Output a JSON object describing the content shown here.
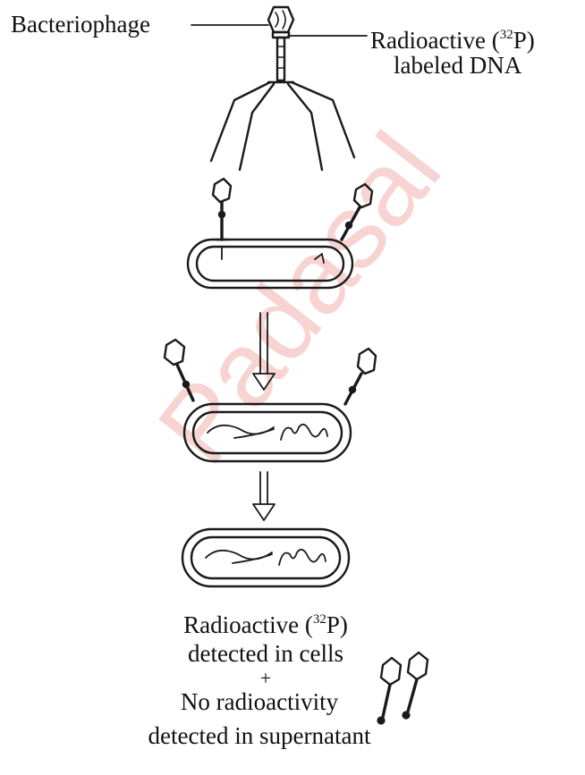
{
  "labels": {
    "bacteriophage": "Bacteriophage",
    "radioactive_prefix": "Radioactive (",
    "isotope_mass": "32",
    "isotope_element": "P)",
    "labeled_dna": "labeled DNA",
    "cells_prefix": "Radioactive (",
    "cells_mass": "32",
    "cells_element": "P)",
    "detected_in_cells": "detected in cells",
    "plus": "+",
    "no_radioactivity": "No radioactivity",
    "detected_in_supernatant": "detected in supernatant"
  },
  "watermark": "Padasal",
  "colors": {
    "ink": "#1a1a1a",
    "watermark": "#dc3c32"
  }
}
